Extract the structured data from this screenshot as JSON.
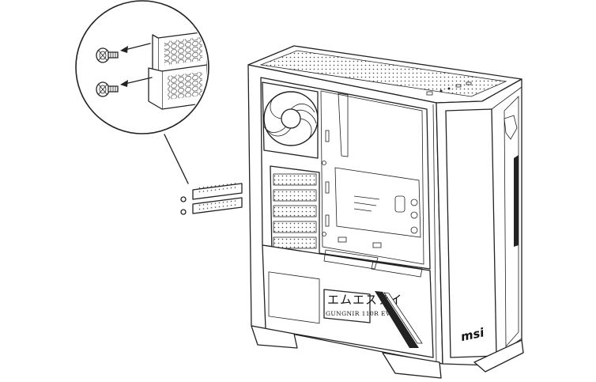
{
  "case_label": {
    "katakana": "エムエスアイ",
    "model": "GUNGNIR 110R EVA"
  },
  "brand": "msi",
  "colors": {
    "line": "#222222",
    "background": "#ffffff"
  }
}
